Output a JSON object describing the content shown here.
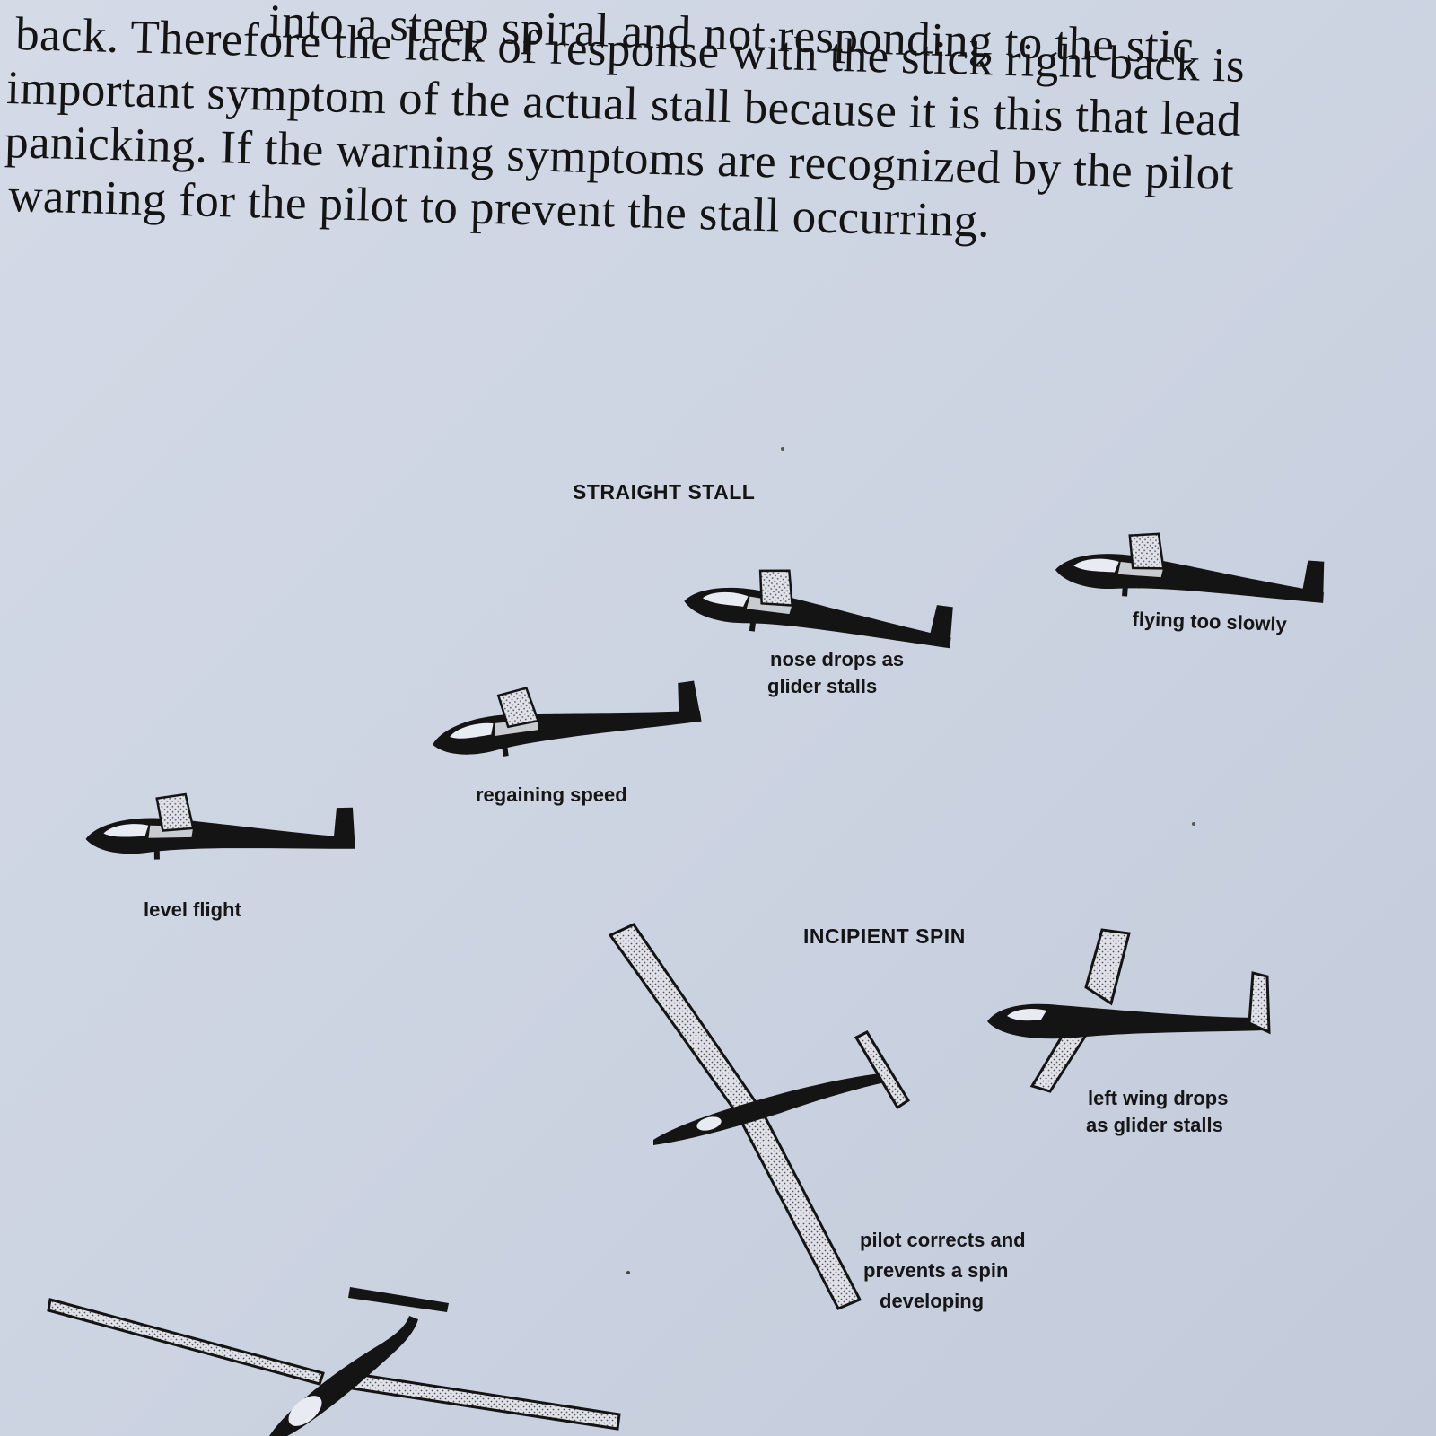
{
  "paragraph": {
    "lines": [
      "into a steep spiral and not responding to the stic",
      "back. Therefore the lack of response with the stick right back is",
      "important symptom of the actual stall because it is this that lead",
      "panicking. If the warning symptoms are recognized by the pilot",
      "warning for the pilot to prevent the stall occurring."
    ]
  },
  "figure": {
    "straight_stall": {
      "heading": "STRAIGHT STALL",
      "captions": {
        "level_flight": "level flight",
        "regaining_speed": "regaining speed",
        "nose_drops_1": "nose drops as",
        "nose_drops_2": "glider stalls",
        "flying_slowly": "flying too slowly"
      }
    },
    "incipient_spin": {
      "heading": "INCIPIENT SPIN",
      "captions": {
        "left_wing_1": "left wing drops",
        "left_wing_2": "as glider stalls",
        "pilot_corrects_1": "pilot corrects and",
        "pilot_corrects_2": "prevents a spin",
        "pilot_corrects_3": "developing"
      }
    },
    "colors": {
      "ink": "#141414",
      "wing_stipple": "#d9dde6"
    }
  }
}
